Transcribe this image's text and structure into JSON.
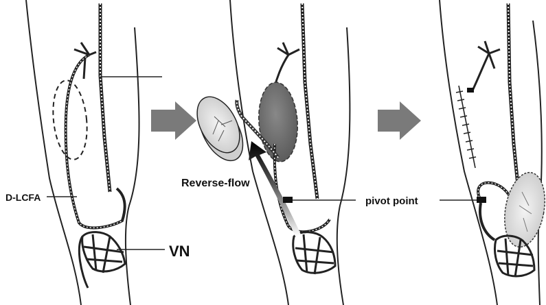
{
  "labels": {
    "d_lcfa": "D-LCFA",
    "vn": "VN",
    "reverse_flow": "Reverse-flow",
    "pivot_point": "pivot point"
  },
  "colors": {
    "ink": "#1a1a1a",
    "arrow_gray": "#7a7a7a",
    "flap_dark": "#6a6a6a",
    "flap_light": "#e4e4e4"
  }
}
